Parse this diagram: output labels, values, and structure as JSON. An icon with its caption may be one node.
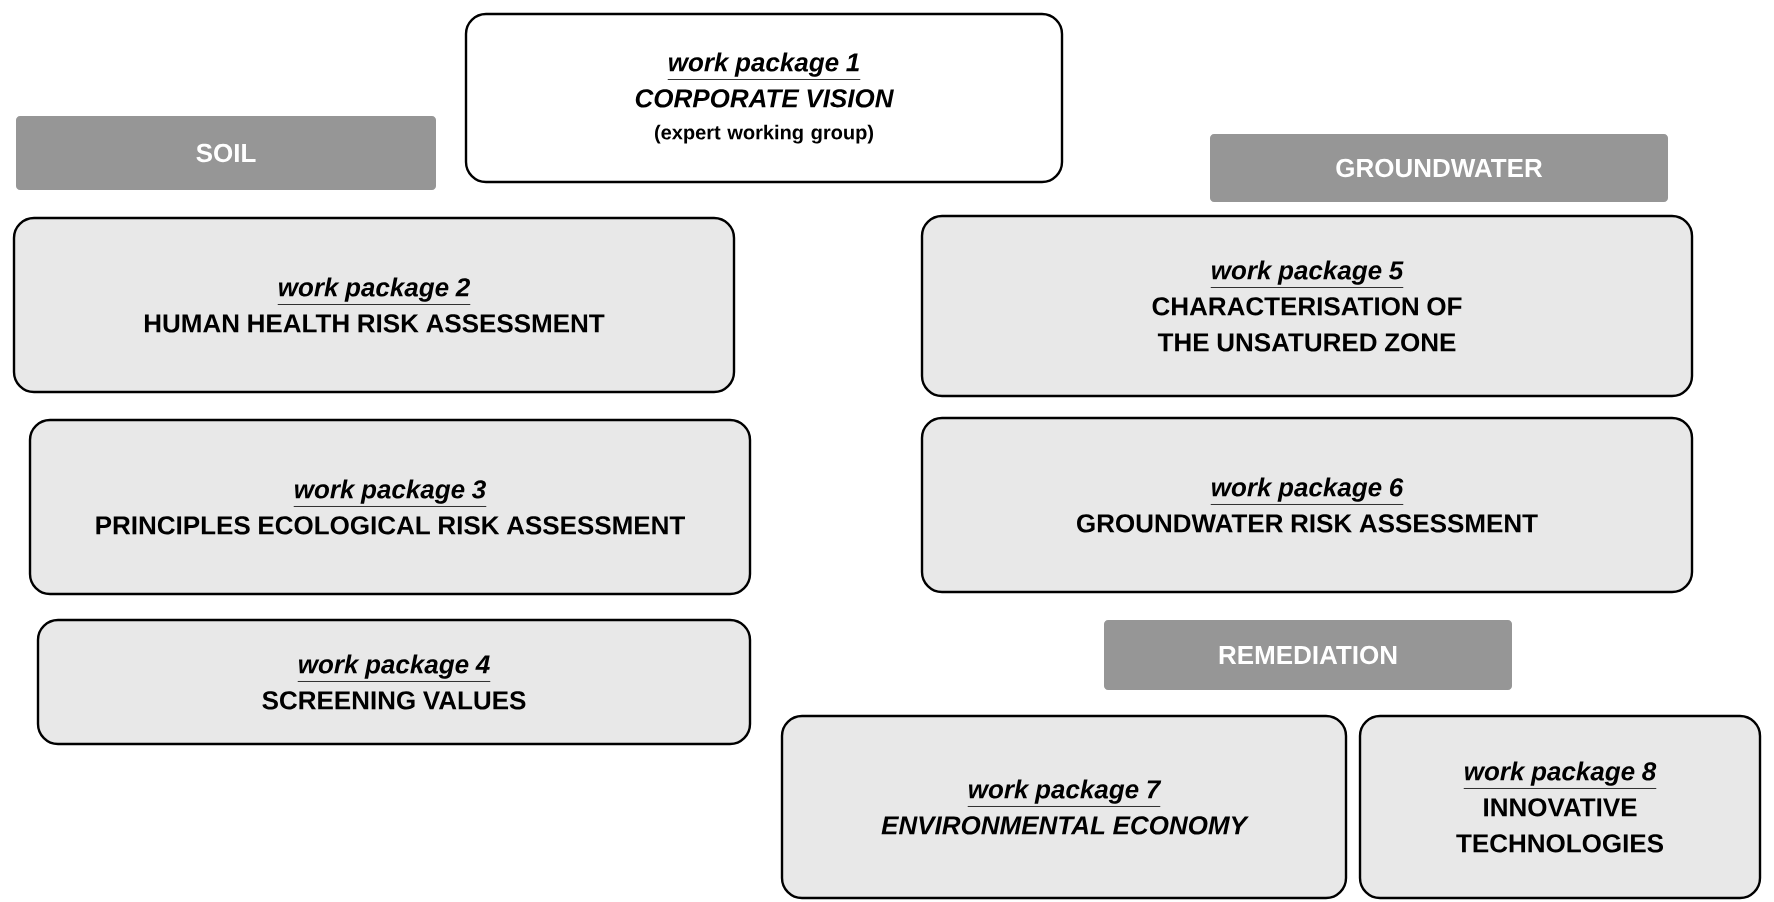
{
  "diagram": {
    "nodes": [
      {
        "text": [
          "work package 1",
          "CORPORATE VISION",
          "(expert working group)"
        ]
      },
      {
        "text": [
          "SOIL"
        ]
      },
      {
        "text": [
          "GROUNDWATER"
        ]
      },
      {
        "text": [
          "work package 2",
          "HUMAN HEALTH RISK ASSESSMENT"
        ]
      },
      {
        "text": [
          "work package 5",
          "CHARACTERISATION OF THE UNSATURED ZONE"
        ]
      },
      {
        "text": [
          "work package 3",
          "PRINCIPLES ECOLOGICAL RISK ASSESSMENT"
        ]
      },
      {
        "text": [
          "work package 6",
          "GROUNDWATER RISK ASSESSMENT"
        ]
      },
      {
        "text": [
          "work package 4",
          "SCREENING VALUES"
        ]
      },
      {
        "text": [
          "REMEDIATION"
        ]
      },
      {
        "text": [
          "work package 7",
          "ENVIRONMENTAL ECONOMY"
        ]
      },
      {
        "text": [
          "work package 8",
          "INNOVATIVE TECHNOLOGIES"
        ]
      }
    ]
  }
}
